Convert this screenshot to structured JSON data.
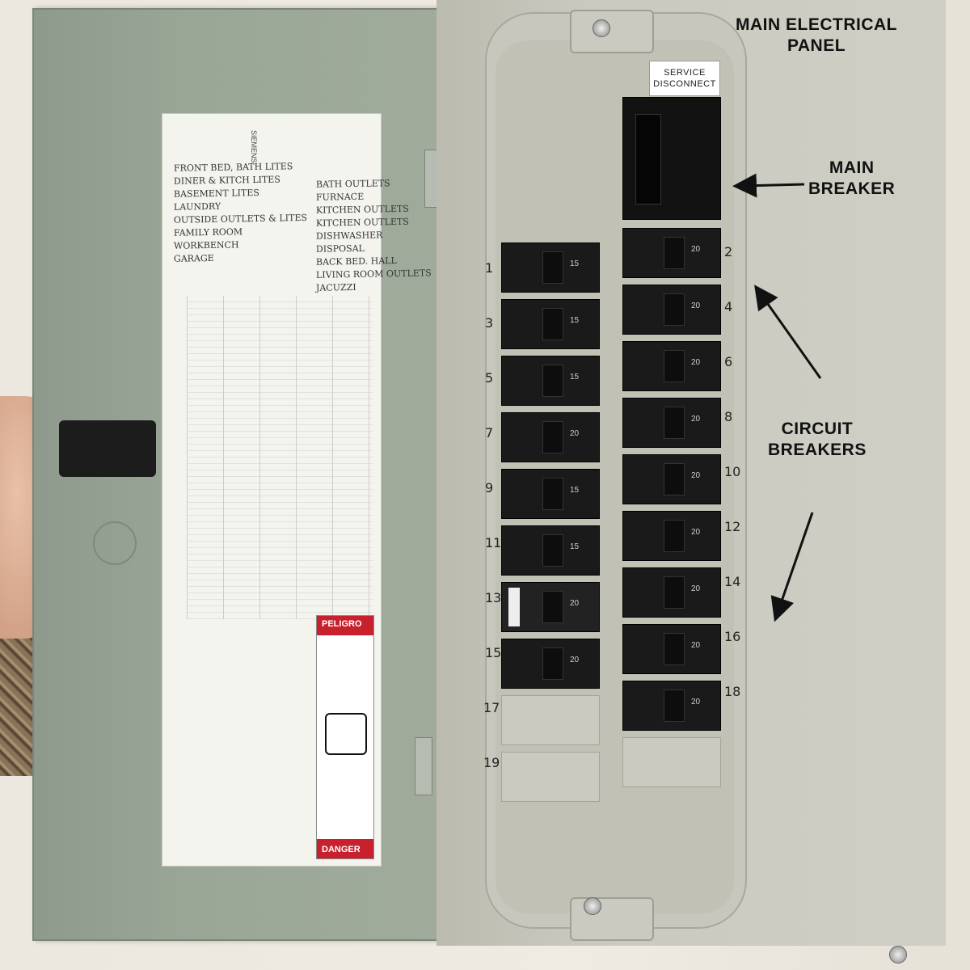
{
  "annotations": {
    "main_panel": "MAIN ELECTRICAL\nPANEL",
    "main_breaker": "MAIN\nBREAKER",
    "circuit_breakers": "CIRCUIT\nBREAKERS"
  },
  "service_disconnect": [
    "SERVICE",
    "DISCONNECT"
  ],
  "door_label": {
    "brand": "SIEMENS",
    "left_directory": [
      "FRONT BED, BATH LITES",
      "DINER & KITCH LITES",
      "BASEMENT LITES",
      "LAUNDRY",
      "OUTSIDE OUTLETS & LITES",
      "FAMILY ROOM",
      "WORKBENCH",
      "GARAGE"
    ],
    "right_directory": [
      "BATH OUTLETS",
      "FURNACE",
      "KITCHEN OUTLETS",
      "KITCHEN OUTLETS",
      "DISHWASHER",
      "DISPOSAL",
      "BACK BED. HALL",
      "LIVING ROOM OUTLETS",
      "JACUZZI"
    ],
    "danger": "DANGER",
    "peligro": "PELIGRO"
  },
  "left_breakers": [
    {
      "num": "1",
      "amp": "15"
    },
    {
      "num": "3",
      "amp": "15"
    },
    {
      "num": "5",
      "amp": "15"
    },
    {
      "num": "7",
      "amp": "20"
    },
    {
      "num": "9",
      "amp": "15"
    },
    {
      "num": "11",
      "amp": "15"
    },
    {
      "num": "13",
      "amp": "20"
    },
    {
      "num": "15",
      "amp": "20"
    }
  ],
  "left_blanks": [
    "17",
    "19"
  ],
  "right_breakers": [
    {
      "num": "2",
      "amp": "20"
    },
    {
      "num": "4",
      "amp": "20"
    },
    {
      "num": "6",
      "amp": "20"
    },
    {
      "num": "8",
      "amp": "20"
    },
    {
      "num": "10",
      "amp": "20"
    },
    {
      "num": "12",
      "amp": "20"
    },
    {
      "num": "14",
      "amp": "20"
    },
    {
      "num": "16",
      "amp": "20"
    },
    {
      "num": "18",
      "amp": "20"
    }
  ]
}
